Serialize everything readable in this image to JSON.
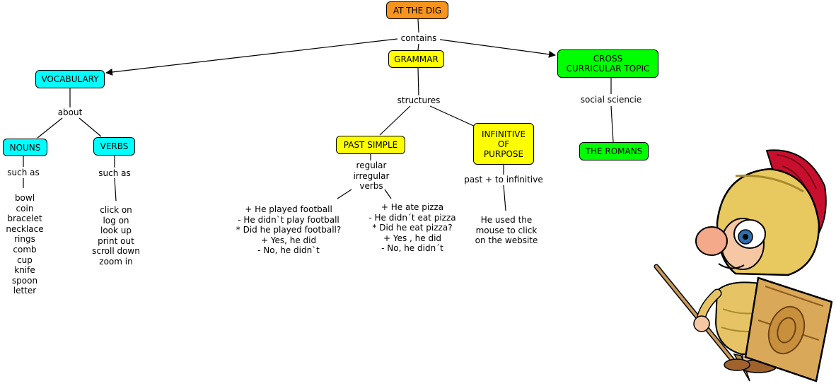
{
  "nodes": {
    "root": "AT THE DIG",
    "grammar": "GRAMMAR",
    "vocabulary": "VOCABULARY",
    "cross": "CROSS CURRICULAR TOPIC",
    "nouns": "NOUNS",
    "verbs": "VERBS",
    "past_simple": "PAST SIMPLE",
    "infinitive": "INFINITIVE OF PURPOSE",
    "romans": "THE ROMANS"
  },
  "links": {
    "contains": "contains",
    "about": "about",
    "structures": "structures",
    "social": "social sciencie",
    "nouns_such_as": "such as",
    "verbs_such_as": "such as",
    "regular": [
      "regular",
      "irregular",
      "verbs"
    ],
    "past_to_inf": "past + to infinitive"
  },
  "lists": {
    "nouns": [
      "bowl",
      "coin",
      "bracelet",
      "necklace",
      "rings",
      "comb",
      "cup",
      "knife",
      "spoon",
      "letter"
    ],
    "verbs": [
      "click on",
      "log on",
      "look up",
      "print out",
      "scroll down",
      "zoom in"
    ],
    "football": [
      "+ He played football",
      "- He didn`t play football",
      "* Did he played football?",
      "+ Yes, he did",
      "- No, he didn`t"
    ],
    "pizza": [
      "+ He ate pizza",
      "- He didn´t eat pizza",
      "* Did he eat pizza?",
      "+ Yes , he did",
      "- No, he didn´t"
    ],
    "infinitive_example": [
      "He used the",
      "mouse to click",
      "on the website"
    ]
  },
  "colors": {
    "root": "#f7941d",
    "grammar": "#ffff00",
    "vocab": "#00ffff",
    "cross": "#00ff00"
  },
  "illustration": "roman-soldier-cartoon"
}
